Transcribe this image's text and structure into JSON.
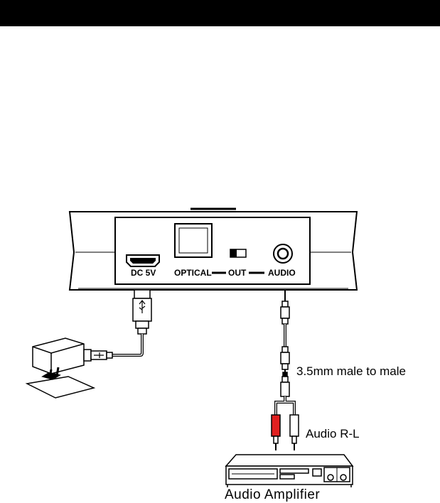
{
  "device": {
    "ports": {
      "dc": "DC 5V",
      "optical": "OPTICAL",
      "out": "OUT",
      "audio": "AUDIO"
    }
  },
  "labels": {
    "cable": "3.5mm male to male",
    "rl": "Audio R-L",
    "amplifier": "Audio Amplifier"
  },
  "colors": {
    "red_plug": "#e02020",
    "white_plug": "#ffffff",
    "line": "#000000"
  }
}
